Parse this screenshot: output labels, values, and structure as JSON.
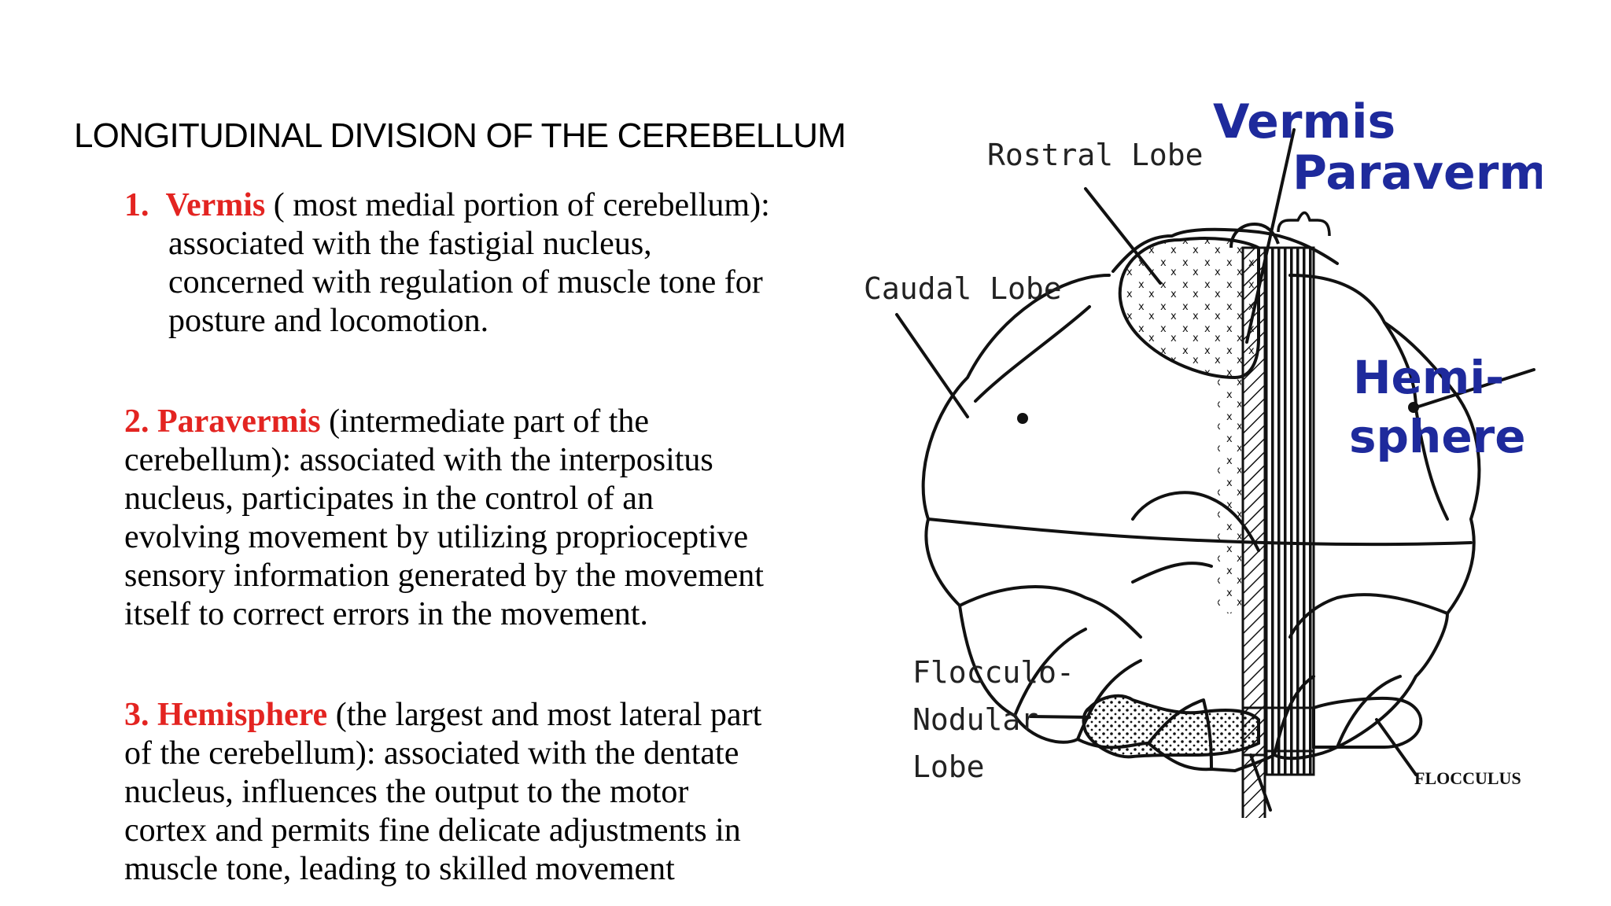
{
  "title": "LONGITUDINAL DIVISION OF THE CEREBELLUM",
  "items": [
    {
      "number": "1.",
      "term": "Vermis",
      "lines": [
        " ( most medial portion of cerebellum):",
        "associated with the fastigial nucleus,",
        "concerned with regulation of muscle tone for",
        "posture and locomotion."
      ]
    },
    {
      "number": "2.",
      "term": "Paravermis",
      "lines": [
        " (intermediate part of the",
        "cerebellum): associated with the interpositus",
        "nucleus, participates in the control of an",
        "evolving movement by utilizing proprioceptive",
        "sensory information generated by the movement",
        "itself to correct errors in the movement."
      ]
    },
    {
      "number": "3.",
      "term": "Hemisphere",
      "lines": [
        " (the largest and most lateral part",
        "of the cerebellum): associated with the dentate",
        "nucleus, influences the output to the motor",
        "cortex and permits fine delicate adjustments in",
        "muscle tone, leading to skilled movement"
      ]
    }
  ],
  "diagram": {
    "vermis": "Vermis",
    "paravermis": "Paravermis",
    "hemi_1": "Hemi-",
    "hemi_2": "sphere",
    "rostral": "Rostral Lobe",
    "caudal": "Caudal Lobe",
    "flocculo_1": "Flocculo-",
    "flocculo_2": "Nodular",
    "flocculo_3": "Lobe",
    "flocculus": "FLOCCULUS"
  },
  "colors": {
    "term": "#e32421",
    "diagram_label": "#1e2a9c"
  }
}
